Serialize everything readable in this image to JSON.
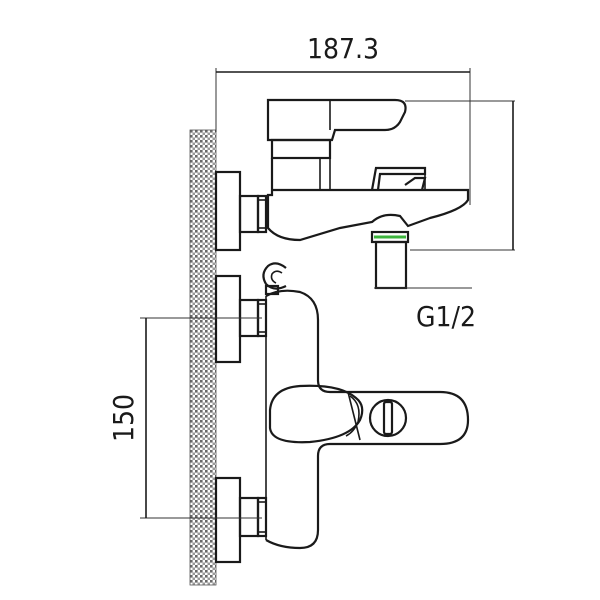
{
  "dimensions": {
    "width_label": "187.3",
    "thread_label": "G1/2",
    "spacing_label": "150"
  },
  "colors": {
    "line": "#1a1a1a",
    "thread_accent": "#3cb43c",
    "background": "#ffffff"
  }
}
